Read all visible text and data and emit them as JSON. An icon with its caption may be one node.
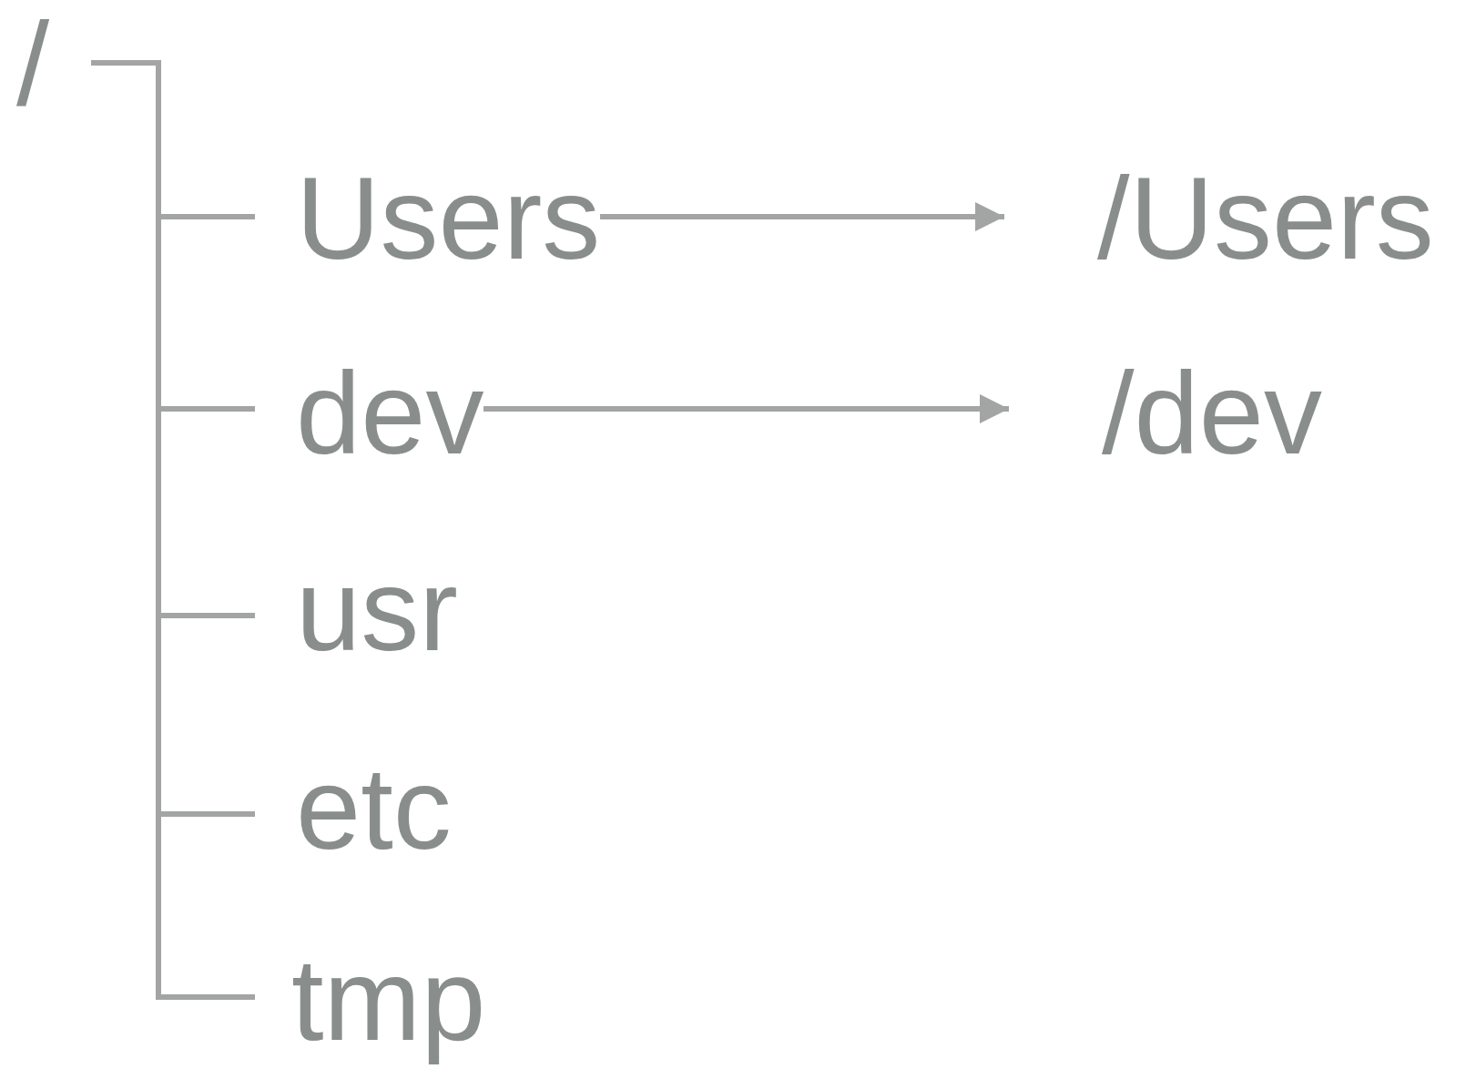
{
  "diagram": {
    "nodes": [
      {
        "text": [
          "/"
        ]
      },
      {
        "text": [
          "Users"
        ]
      },
      {
        "text": [
          "dev"
        ]
      },
      {
        "text": [
          "usr"
        ]
      },
      {
        "text": [
          "etc"
        ]
      },
      {
        "text": [
          "tmp"
        ]
      },
      {
        "text": [
          "/Users"
        ]
      },
      {
        "text": [
          "/dev"
        ]
      }
    ],
    "edges": [
      {
        "from": 0,
        "to": 1,
        "arrow": "none"
      },
      {
        "from": 0,
        "to": 2,
        "arrow": "none"
      },
      {
        "from": 0,
        "to": 3,
        "arrow": "none"
      },
      {
        "from": 0,
        "to": 4,
        "arrow": "none"
      },
      {
        "from": 0,
        "to": 5,
        "arrow": "none"
      },
      {
        "from": 1,
        "to": 6,
        "arrow": "to"
      },
      {
        "from": 2,
        "to": 7,
        "arrow": "to"
      }
    ]
  }
}
